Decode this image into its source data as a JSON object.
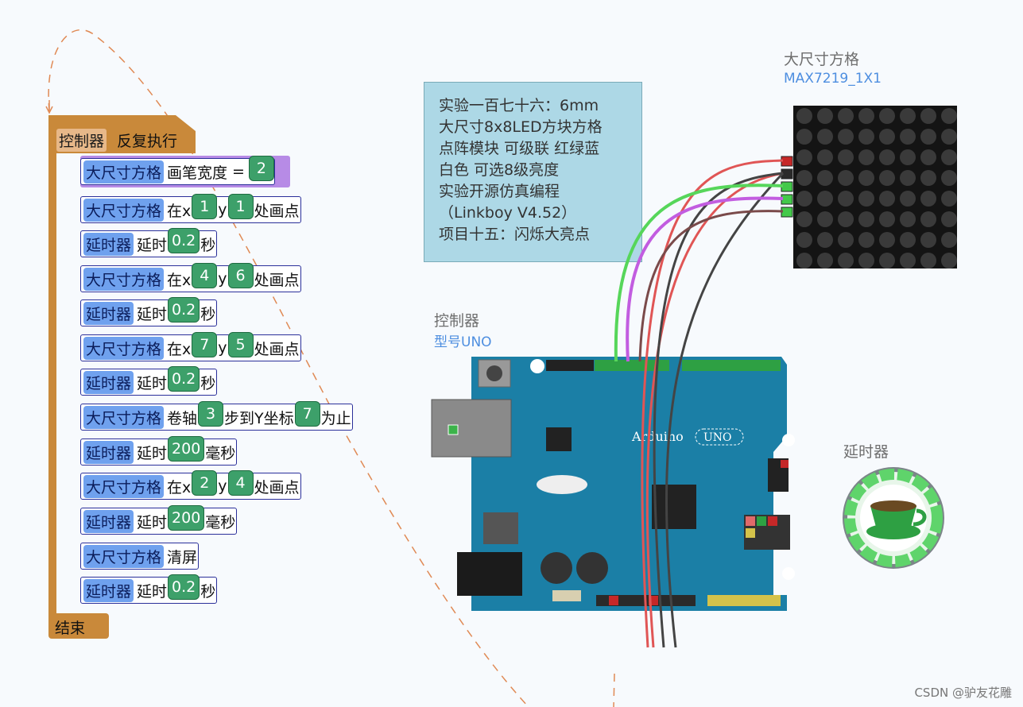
{
  "program": {
    "loop_tag": "控制器",
    "loop_label": "反复执行",
    "end_label": "结束",
    "blocks": [
      {
        "obj": "大尺寸方格",
        "t1": "画笔宽度",
        "op": "=",
        "n1": "2"
      },
      {
        "obj": "大尺寸方格",
        "t1": "在x",
        "n1": "1",
        "t2": "y",
        "n2": "1",
        "t3": "处画点"
      },
      {
        "obj": "延时器",
        "t1": "延时",
        "n1": "0.2",
        "t2": "秒"
      },
      {
        "obj": "大尺寸方格",
        "t1": "在x",
        "n1": "4",
        "t2": "y",
        "n2": "6",
        "t3": "处画点"
      },
      {
        "obj": "延时器",
        "t1": "延时",
        "n1": "0.2",
        "t2": "秒"
      },
      {
        "obj": "大尺寸方格",
        "t1": "在x",
        "n1": "7",
        "t2": "y",
        "n2": "5",
        "t3": "处画点"
      },
      {
        "obj": "延时器",
        "t1": "延时",
        "n1": "0.2",
        "t2": "秒"
      },
      {
        "obj": "大尺寸方格",
        "t1": "卷轴",
        "n1": "3",
        "t2": "步到Y坐标",
        "n2": "7",
        "t3": "为止"
      },
      {
        "obj": "延时器",
        "t1": "延时",
        "n1": "200",
        "t2": "毫秒"
      },
      {
        "obj": "大尺寸方格",
        "t1": "在x",
        "n1": "2",
        "t2": "y",
        "n2": "4",
        "t3": "处画点"
      },
      {
        "obj": "延时器",
        "t1": "延时",
        "n1": "200",
        "t2": "毫秒"
      },
      {
        "obj": "大尺寸方格",
        "t1": "清屏"
      },
      {
        "obj": "延时器",
        "t1": "延时",
        "n1": "0.2",
        "t2": "秒"
      }
    ]
  },
  "info_box": {
    "lines": [
      "实验一百七十六：6mm",
      "大尺寸8x8LED方块方格",
      "点阵模块 可级联 红绿蓝",
      "白色 可选8级亮度",
      "实验开源仿真编程",
      "（Linkboy V4.52）",
      "项目十五：闪烁大亮点"
    ]
  },
  "matrix_module": {
    "name": "大尺寸方格",
    "model": "MAX7219_1X1"
  },
  "controller": {
    "name": "控制器",
    "model": "型号UNO",
    "board_text": "Arduino",
    "board_model": "UNO"
  },
  "timer": {
    "name": "延时器"
  },
  "watermark": "CSDN @驴友花雕",
  "colors": {
    "loop": "#c9893a",
    "object_tag": "#6fa1ee",
    "number": "#3da06a",
    "info_bg": "#add8e6",
    "board": "#1b7fa6"
  }
}
